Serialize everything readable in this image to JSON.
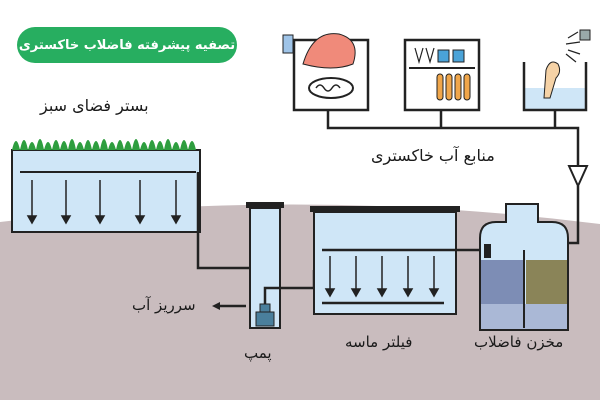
{
  "title": "تصفیه پیشرفته فاضلاب خاکستری",
  "labels": {
    "green_bed": "بستر فضای سبز",
    "grey_sources": "منابع آب خاکستری",
    "overflow": "سرریز آب",
    "pump": "پمپ",
    "sand_filter": "فیلتر ماسه",
    "tank": "مخزن فاضلاب"
  },
  "colors": {
    "title_bg": "#27ae60",
    "ground": "#c9bcbe",
    "water": "#cfe6f7",
    "pipe": "#2a2a2a",
    "grass": "#2e9e3f"
  },
  "icons": [
    "kitchen-sink-icon",
    "dish-rack-icon",
    "shower-icon",
    "pump-icon"
  ]
}
